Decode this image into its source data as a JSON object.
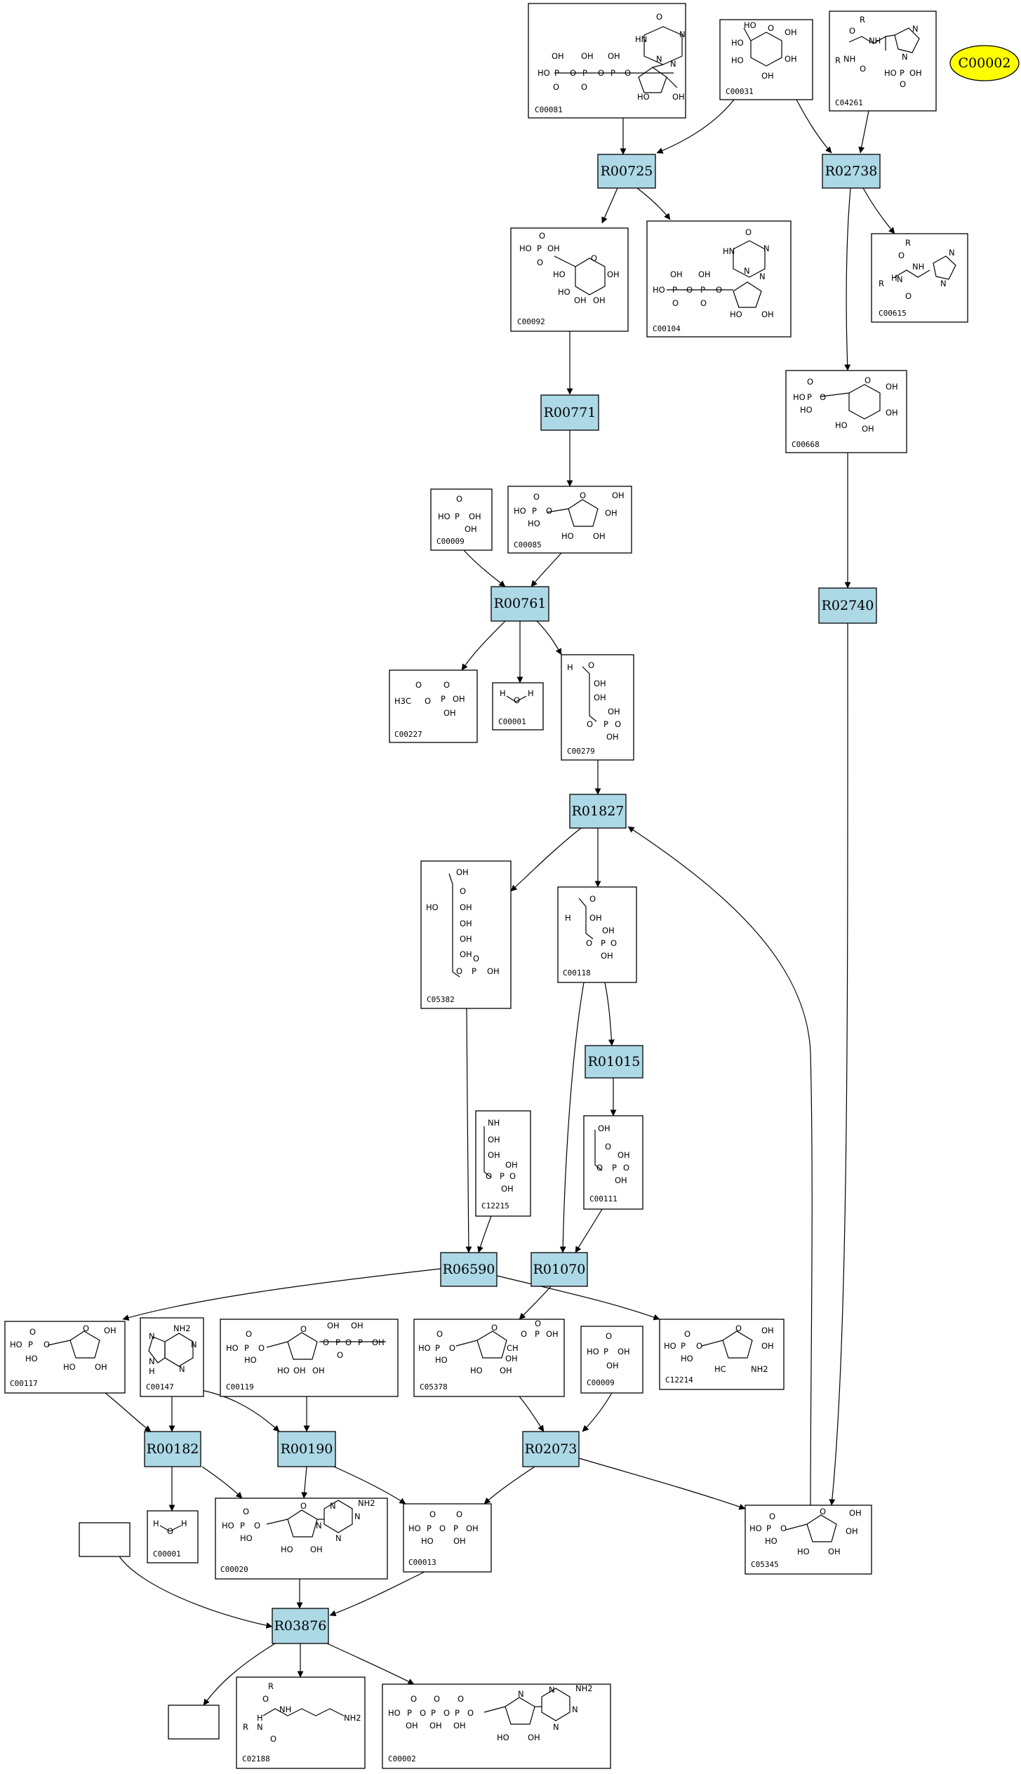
{
  "colors": {
    "reaction_fill": "#add8e6",
    "highlight_fill": "#ffff00",
    "compound_fill": "#ffffff",
    "stroke": "#000000"
  },
  "highlight": {
    "id": "C00002",
    "label": "C00002"
  },
  "reactions": [
    {
      "id": "R00725",
      "label": "R00725"
    },
    {
      "id": "R02738",
      "label": "R02738"
    },
    {
      "id": "R00771",
      "label": "R00771"
    },
    {
      "id": "R00761",
      "label": "R00761"
    },
    {
      "id": "R02740",
      "label": "R02740"
    },
    {
      "id": "R01827",
      "label": "R01827"
    },
    {
      "id": "R01015",
      "label": "R01015"
    },
    {
      "id": "R06590",
      "label": "R06590"
    },
    {
      "id": "R01070",
      "label": "R01070"
    },
    {
      "id": "R00182",
      "label": "R00182"
    },
    {
      "id": "R00190",
      "label": "R00190"
    },
    {
      "id": "R02073",
      "label": "R02073"
    },
    {
      "id": "R03876",
      "label": "R03876"
    }
  ],
  "compounds": [
    {
      "id": "C00081",
      "label": "C00081",
      "atoms": [
        "HO",
        "OH",
        "OH",
        "OH",
        "HO",
        "OH",
        "O",
        "O",
        "O",
        "HN",
        "N",
        "N",
        "N",
        "O",
        "O",
        "O",
        "P",
        "P",
        "P"
      ]
    },
    {
      "id": "C00031",
      "label": "C00031",
      "atoms": [
        "HO",
        "HO",
        "HO",
        "OH",
        "OH",
        "OH",
        "O"
      ]
    },
    {
      "id": "C04261",
      "label": "C04261",
      "atoms": [
        "R",
        "O",
        "NH",
        "R",
        "NH",
        "O",
        "N",
        "N",
        "HO",
        "P",
        "OH",
        "O"
      ]
    },
    {
      "id": "C00092",
      "label": "C00092",
      "atoms": [
        "O",
        "HO",
        "P",
        "OH",
        "O",
        "HO",
        "HO",
        "OH",
        "OH",
        "O",
        "OH"
      ]
    },
    {
      "id": "C00104",
      "label": "C00104",
      "atoms": [
        "O",
        "HN",
        "N",
        "N",
        "N",
        "OH",
        "OH",
        "HO",
        "P",
        "O",
        "P",
        "O",
        "O",
        "O",
        "HO",
        "OH"
      ]
    },
    {
      "id": "C00615",
      "label": "C00615",
      "atoms": [
        "R",
        "O",
        "NH",
        "H",
        "N",
        "R",
        "N",
        "N",
        "O"
      ]
    },
    {
      "id": "C00668",
      "label": "C00668",
      "atoms": [
        "O",
        "HO",
        "P",
        "O",
        "HO",
        "OH",
        "OH",
        "HO",
        "OH",
        "O"
      ]
    },
    {
      "id": "C00009",
      "label": "C00009",
      "atoms": [
        "O",
        "HO",
        "P",
        "OH",
        "OH"
      ]
    },
    {
      "id": "C00085",
      "label": "C00085",
      "atoms": [
        "O",
        "HO",
        "P",
        "O",
        "HO",
        "O",
        "OH",
        "HO",
        "OH",
        "OH"
      ]
    },
    {
      "id": "C00227",
      "label": "C00227",
      "atoms": [
        "O",
        "O",
        "H3C",
        "O",
        "P",
        "OH",
        "OH"
      ]
    },
    {
      "id": "C00001",
      "label": "C00001",
      "atoms": [
        "H",
        "O",
        "H"
      ]
    },
    {
      "id": "C00279",
      "label": "C00279",
      "atoms": [
        "H",
        "O",
        "OH",
        "OH",
        "OH",
        "O",
        "P",
        "O",
        "OH"
      ]
    },
    {
      "id": "C05382",
      "label": "C05382",
      "atoms": [
        "OH",
        "O",
        "HO",
        "OH",
        "OH",
        "OH",
        "OH",
        "O",
        "P",
        "O",
        "OH"
      ]
    },
    {
      "id": "C00118",
      "label": "C00118",
      "atoms": [
        "O",
        "H",
        "OH",
        "OH",
        "O",
        "P",
        "O",
        "OH"
      ]
    },
    {
      "id": "C00111",
      "label": "C00111",
      "atoms": [
        "OH",
        "O",
        "OH",
        "O",
        "P",
        "O",
        "OH"
      ]
    },
    {
      "id": "C12215",
      "label": "C12215",
      "atoms": [
        "NH",
        "OH",
        "OH",
        "OH",
        "O",
        "P",
        "O",
        "OH"
      ]
    },
    {
      "id": "C00117",
      "label": "C00117",
      "atoms": [
        "O",
        "HO",
        "P",
        "O",
        "HO",
        "O",
        "OH",
        "HO",
        "OH"
      ]
    },
    {
      "id": "C00147",
      "label": "C00147",
      "atoms": [
        "NH2",
        "N",
        "N",
        "N",
        "N",
        "H"
      ]
    },
    {
      "id": "C00119",
      "label": "C00119",
      "atoms": [
        "O",
        "HO",
        "P",
        "O",
        "HO",
        "O",
        "OH",
        "OH",
        "OH",
        "O",
        "P",
        "O",
        "P",
        "O",
        "OH",
        "HO",
        "OH"
      ]
    },
    {
      "id": "C05378",
      "label": "C05378",
      "atoms": [
        "O",
        "HO",
        "P",
        "O",
        "HO",
        "O",
        "CH",
        "OH",
        "HO",
        "OH",
        "O",
        "P",
        "O",
        "OH"
      ]
    },
    {
      "id": "C12214",
      "label": "C12214",
      "atoms": [
        "O",
        "HO",
        "P",
        "O",
        "HO",
        "O",
        "OH",
        "OH",
        "HC",
        "NH2"
      ]
    },
    {
      "id": "C00020",
      "label": "C00020",
      "atoms": [
        "O",
        "HO",
        "P",
        "O",
        "HO",
        "O",
        "N",
        "N",
        "N",
        "N",
        "NH2",
        "HO",
        "OH"
      ]
    },
    {
      "id": "C00013",
      "label": "C00013",
      "atoms": [
        "O",
        "O",
        "HO",
        "P",
        "O",
        "P",
        "OH",
        "HO",
        "OH"
      ]
    },
    {
      "id": "C05345",
      "label": "C05345",
      "atoms": [
        "O",
        "HO",
        "P",
        "O",
        "HO",
        "O",
        "OH",
        "OH",
        "HO",
        "OH"
      ]
    },
    {
      "id": "C02188",
      "label": "C02188",
      "atoms": [
        "R",
        "O",
        "NH",
        "R",
        "N",
        "H",
        "O",
        "NH2"
      ]
    },
    {
      "id": "C00002",
      "label": "C00002",
      "atoms": [
        "O",
        "O",
        "O",
        "HO",
        "P",
        "O",
        "P",
        "O",
        "P",
        "O",
        "OH",
        "OH",
        "OH",
        "N",
        "N",
        "N",
        "N",
        "NH2",
        "HO",
        "OH"
      ]
    }
  ]
}
